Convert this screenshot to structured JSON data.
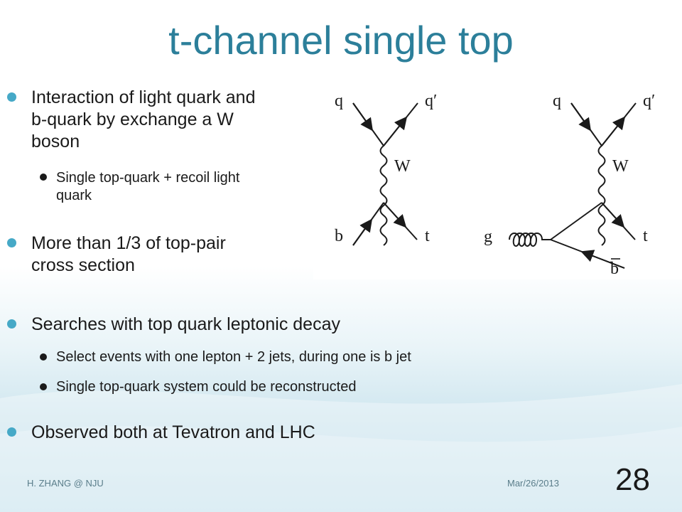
{
  "title": "t-channel single top",
  "bullets": [
    {
      "text_lines": [
        "Interaction of light quark and",
        "b-quark by exchange a W",
        "boson"
      ]
    },
    {
      "text_lines": [
        "Single top-quark + recoil light",
        "quark"
      ]
    },
    {
      "text_lines": [
        "More than 1/3 of top-pair",
        "cross section"
      ]
    },
    {
      "text_lines": [
        "Searches with top quark leptonic decay"
      ]
    },
    {
      "text_lines": [
        "Select events with one lepton + 2 jets, during one is b jet"
      ]
    },
    {
      "text_lines": [
        "Single top-quark system could be reconstructed"
      ]
    },
    {
      "text_lines": [
        "Observed both at Tevatron and LHC"
      ]
    }
  ],
  "diagram": {
    "left": {
      "q_in": "q",
      "q_out": "q′",
      "boson": "W",
      "b_in": "b",
      "t_out": "t"
    },
    "right": {
      "q_in": "q",
      "q_out": "q′",
      "boson": "W",
      "g_in": "g",
      "t_out": "t",
      "bbar_out": "b"
    }
  },
  "footer": {
    "author": "H. ZHANG @ NJU",
    "date": "Mar/26/2013",
    "slide_number": "28"
  },
  "colors": {
    "title": "#2c7f9a",
    "bullet_l1": "#46a9c7",
    "text": "#1a1a1a"
  }
}
